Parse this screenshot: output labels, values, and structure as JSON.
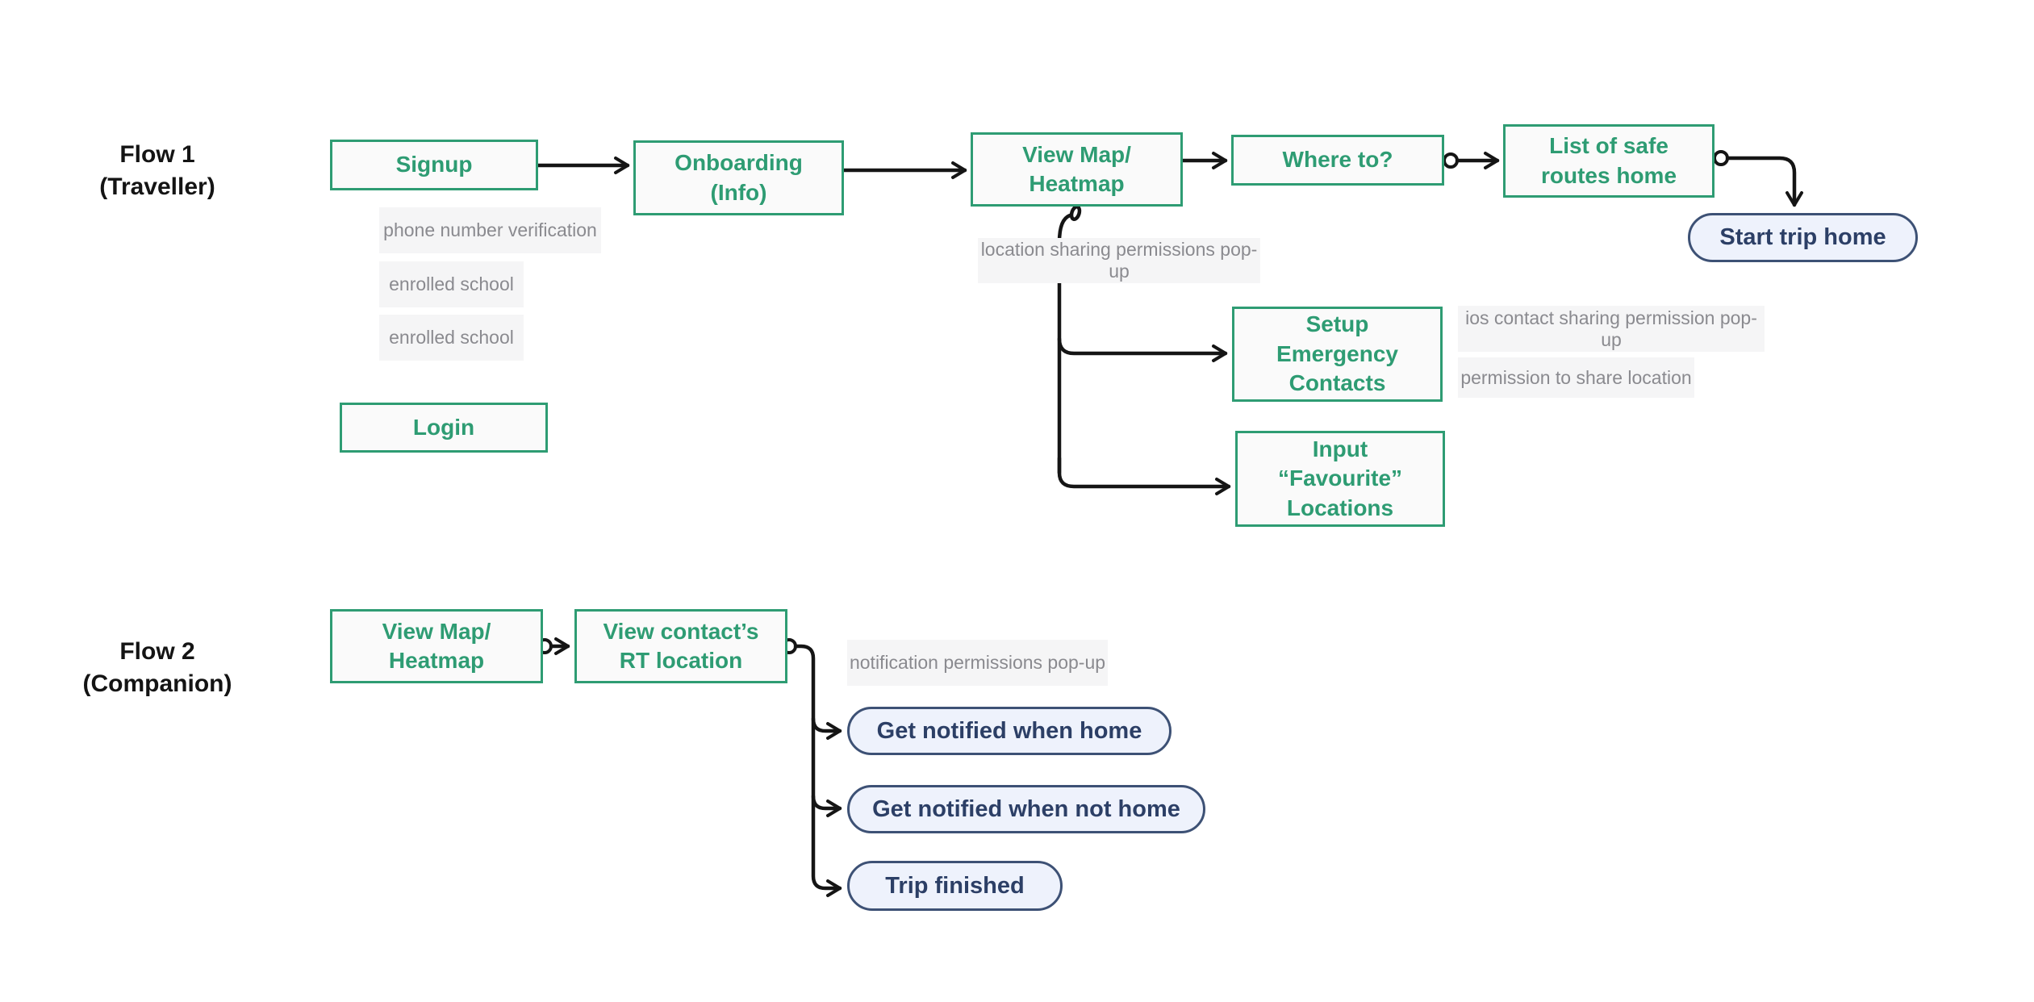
{
  "colors": {
    "node_green": "#2E9C73",
    "node_bg": "#FAFAFA",
    "pill_border_navy": "#3D5175",
    "pill_text_navy": "#2C3F66",
    "pill_bg": "#EEF2FC",
    "note_bg": "#F5F5F6",
    "note_text": "#8A8A8F",
    "wire_black": "#151515"
  },
  "flow1": {
    "label": "Flow 1\n(Traveller)",
    "nodes": {
      "signup": "Signup",
      "onboarding": "Onboarding\n(Info)",
      "view_map": "View Map/\nHeatmap",
      "where_to": "Where to?",
      "safe_routes": "List of safe\nroutes home",
      "start_trip": "Start trip home",
      "login": "Login",
      "setup_contacts": "Setup\nEmergency\nContacts",
      "input_favourites": "Input\n“Favourite”\nLocations"
    },
    "notes": {
      "phone": "phone number verification",
      "enrolled_1": "enrolled school",
      "enrolled_2": "enrolled school",
      "location_popup": "location sharing permissions pop-up",
      "ios_popup": "ios contact sharing permission pop-up",
      "share_location": "permission to share location"
    }
  },
  "flow2": {
    "label": "Flow 2\n(Companion)",
    "nodes": {
      "view_map": "View Map/\nHeatmap",
      "rt_location": "View contact’s\nRT location",
      "notify_home": "Get notified when home",
      "notify_not_home": "Get notified when not home",
      "trip_finished": "Trip finished"
    },
    "notes": {
      "notification_popup": "notification permissions pop-up"
    }
  }
}
